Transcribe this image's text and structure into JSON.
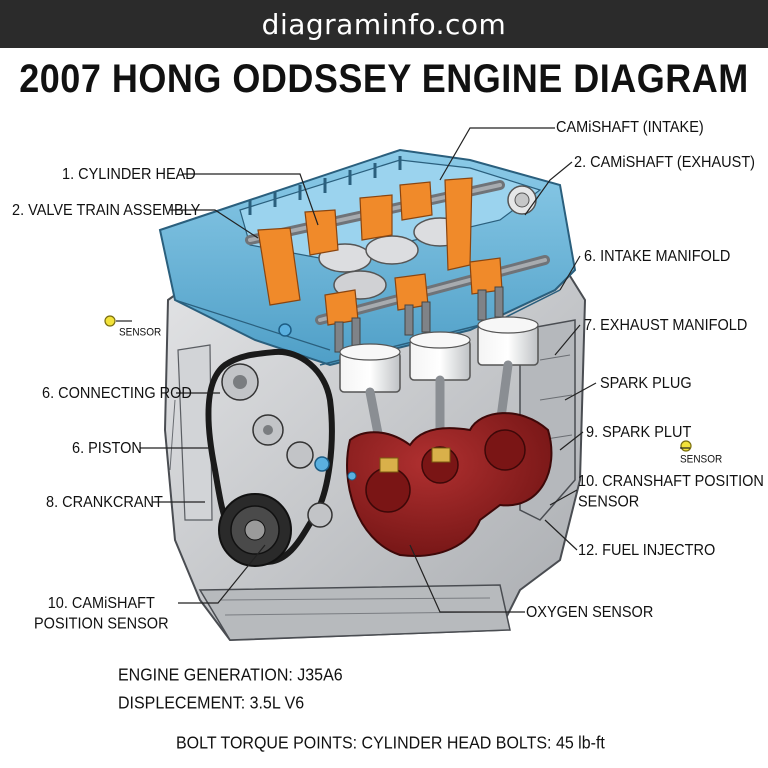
{
  "site": {
    "name": "diagraminfo.com"
  },
  "title": "2007 HONG ODDSSEY ENGINE DIAGRAM",
  "labels": {
    "camshaft_intake": "CAMiSHAFT (INTAKE)",
    "camshaft_exhaust": "2. CAMiSHAFT (EXHAUST)",
    "cylinder_head": "1. CYLINDER HEAD",
    "valve_train": "2. VALVE TRAIN ASSEMBLY",
    "intake_manifold": "6. INTAKE MANIFOLD",
    "sensor_left": "SENSOR",
    "exhaust_manifold": "7. EXHAUST MANIFOLD",
    "connecting_rod": "6. CONNECTING ROD",
    "spark_plug": "SPARK PLUG",
    "piston": "6. PISTON",
    "spark_plut": "9. SPARK PLUT",
    "sensor_right": "SENSOR",
    "crankcrant": "8. CRANKCRANT",
    "crankshaft_sensor": "10. CRANSHAFT POSITION\nSENSOR",
    "fuel_injector": "12. FUEL INJECTRO",
    "camshaft_position_sensor": "10. CAMiSHAFT\nPOSITION SENSOR",
    "oxygen_sensor": "OXYGEN SENSOR"
  },
  "info": {
    "engine_generation": "ENGINE GENERATION: J35A6",
    "displacement": "DISPLECEMENT: 3.5L V6",
    "bolt_torque": "BOLT TORQUE POINTS: CYLINDER HEAD BOLTS: 45 lb-ft"
  },
  "colors": {
    "head_blue": "#6fb8dc",
    "rocker_orange": "#f08a2a",
    "crank_red": "#8f1d1d",
    "block_gray": "#c9cbce",
    "sensor_yellow": "#f2e23a"
  }
}
